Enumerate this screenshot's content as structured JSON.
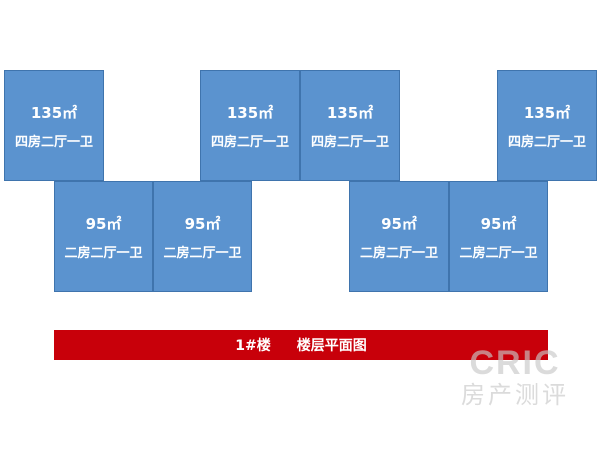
{
  "units": [
    {
      "area": "135㎡",
      "layout": "四房二厅一卫"
    },
    {
      "area": "135㎡",
      "layout": "四房二厅一卫"
    },
    {
      "area": "135㎡",
      "layout": "四房二厅一卫"
    },
    {
      "area": "135㎡",
      "layout": "四房二厅一卫"
    },
    {
      "area": "95㎡",
      "layout": "二房二厅一卫"
    },
    {
      "area": "95㎡",
      "layout": "二房二厅一卫"
    },
    {
      "area": "95㎡",
      "layout": "二房二厅一卫"
    },
    {
      "area": "95㎡",
      "layout": "二房二厅一卫"
    }
  ],
  "banner": {
    "building": "1#楼",
    "caption": "楼层平面图"
  },
  "watermark": {
    "brand": "CRIC",
    "sub": "房产测评"
  },
  "colors": {
    "unit_fill": "#5b93cf",
    "unit_border": "#3f74ad",
    "banner": "#c8000a"
  }
}
